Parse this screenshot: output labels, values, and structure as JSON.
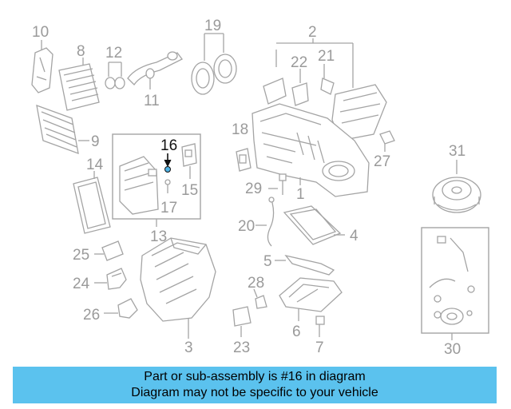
{
  "diagram": {
    "callouts": {
      "c1": "1",
      "c2": "2",
      "c3": "3",
      "c4": "4",
      "c5": "5",
      "c6": "6",
      "c7": "7",
      "c8": "8",
      "c9": "9",
      "c10": "10",
      "c11": "11",
      "c12": "12",
      "c13": "13",
      "c14": "14",
      "c15": "15",
      "c16": "16",
      "c17": "17",
      "c18": "18",
      "c19": "19",
      "c20": "20",
      "c21": "21",
      "c22": "22",
      "c23": "23",
      "c24": "24",
      "c25": "25",
      "c26": "26",
      "c27": "27",
      "c28": "28",
      "c29": "29",
      "c30": "30",
      "c31": "31"
    },
    "highlight_color": "#111111",
    "callout_color": "#9a9a9a"
  },
  "banner": {
    "line1": "Part or sub-assembly is #16 in diagram",
    "line2": "Diagram may not be specific to your vehicle",
    "background": "#5bc2ee"
  }
}
